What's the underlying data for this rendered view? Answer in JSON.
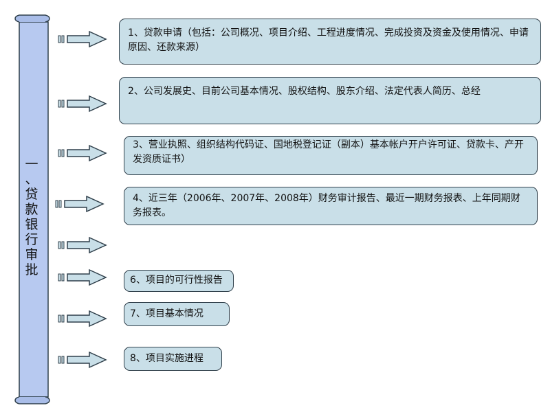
{
  "scroll": {
    "title_chars": [
      "一",
      "、",
      "贷",
      "款",
      "银",
      "行",
      "审",
      "批"
    ]
  },
  "items": [
    "1、贷款申请（包括：公司概况、项目介绍、工程进度情况、完成投资及资金及使用情况、申请原因、还款来源）",
    "2、公司发展史、目前公司基本情况、股权结构、股东介绍、法定代表人简历、总经",
    "3、营业执照、组织结构代码证、国地税登记证（副本）基本帐户开户许可证、贷款卡、产开发资质证书）",
    "4、近三年（2006年、2007年、2008年）财务审计报告、最近一期财务报表、上年同期财务报表。",
    "6、项目的可行性报告",
    "7、项目基本情况",
    "8、项目实施进程"
  ],
  "colors": {
    "box_fill": "#c9dfe8",
    "scroll_fill": "#b7c9f0",
    "arrow_fill": "#c9dfe8",
    "border": "#2f3f4a"
  }
}
